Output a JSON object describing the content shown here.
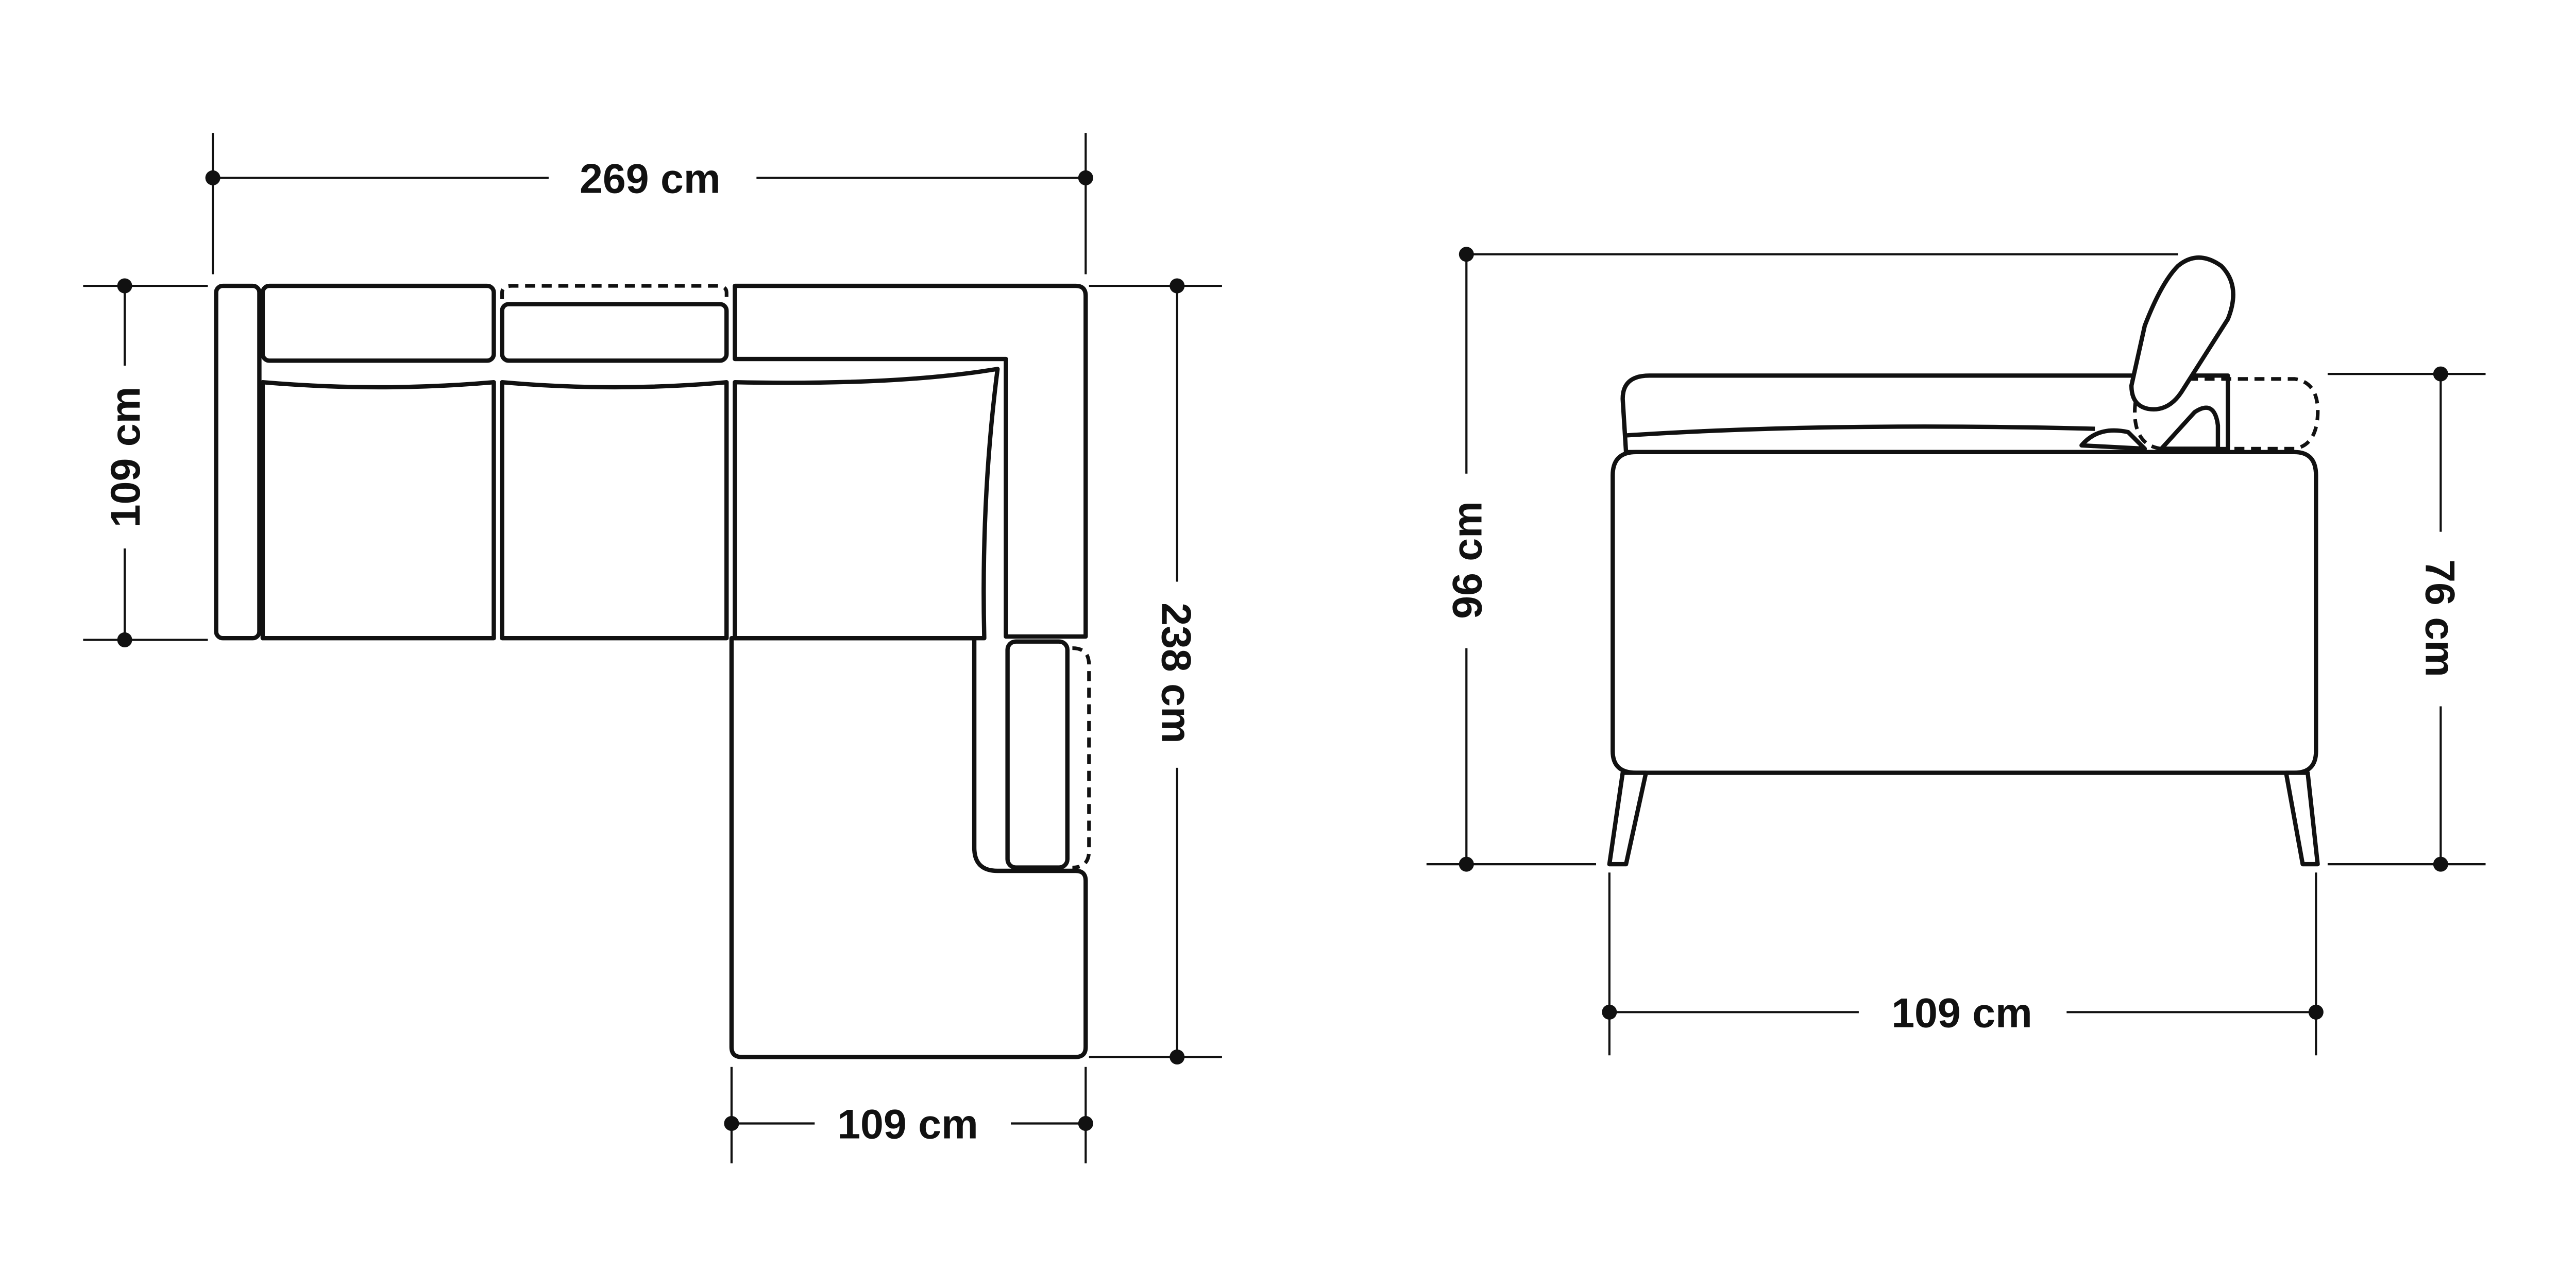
{
  "top_view": {
    "width_label": "269 cm",
    "depth_label": "109 cm",
    "chaise_length_label": "238 cm",
    "chaise_width_label": "109 cm"
  },
  "side_view": {
    "height_label": "96 cm",
    "back_height_label": "76 cm",
    "depth_label": "109 cm"
  },
  "colors": {
    "line": "#111111",
    "background": "#ffffff"
  }
}
